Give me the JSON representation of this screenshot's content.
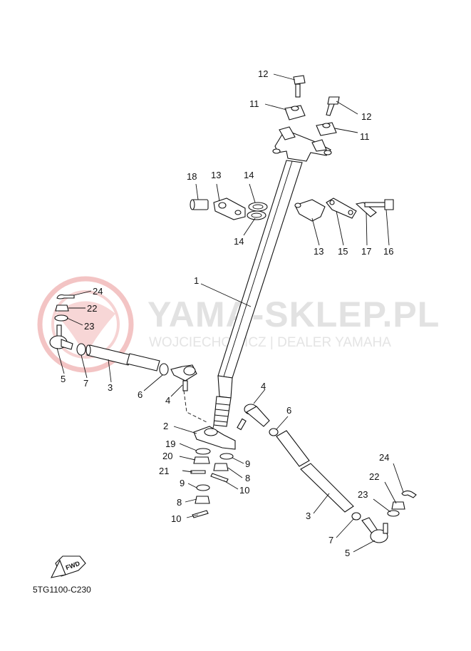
{
  "diagram_code": "5TG1100-C230",
  "fwd_label": "FWD",
  "watermark": {
    "title": "YAMA-SKLEP.PL",
    "subtitle": "WOJCIECHOWICZ | DEALER YAMAHA",
    "color": "#f3b7b7"
  },
  "callouts": [
    {
      "id": "c12a",
      "text": "12"
    },
    {
      "id": "c11a",
      "text": "11"
    },
    {
      "id": "c12b",
      "text": "12"
    },
    {
      "id": "c11b",
      "text": "11"
    },
    {
      "id": "c18",
      "text": "18"
    },
    {
      "id": "c13a",
      "text": "13"
    },
    {
      "id": "c14a",
      "text": "14"
    },
    {
      "id": "c14b",
      "text": "14"
    },
    {
      "id": "c13b",
      "text": "13"
    },
    {
      "id": "c15",
      "text": "15"
    },
    {
      "id": "c17",
      "text": "17"
    },
    {
      "id": "c16",
      "text": "16"
    },
    {
      "id": "c1",
      "text": "1"
    },
    {
      "id": "c24a",
      "text": "24"
    },
    {
      "id": "c22a",
      "text": "22"
    },
    {
      "id": "c23a",
      "text": "23"
    },
    {
      "id": "c5a",
      "text": "5"
    },
    {
      "id": "c7a",
      "text": "7"
    },
    {
      "id": "c3a",
      "text": "3"
    },
    {
      "id": "c6a",
      "text": "6"
    },
    {
      "id": "c4a",
      "text": "4"
    },
    {
      "id": "c4b",
      "text": "4"
    },
    {
      "id": "c6b",
      "text": "6"
    },
    {
      "id": "c2",
      "text": "2"
    },
    {
      "id": "c19",
      "text": "19"
    },
    {
      "id": "c20",
      "text": "20"
    },
    {
      "id": "c21",
      "text": "21"
    },
    {
      "id": "c9a",
      "text": "9"
    },
    {
      "id": "c8a",
      "text": "8"
    },
    {
      "id": "c10a",
      "text": "10"
    },
    {
      "id": "c9b",
      "text": "9"
    },
    {
      "id": "c8b",
      "text": "8"
    },
    {
      "id": "c10b",
      "text": "10"
    },
    {
      "id": "c24b",
      "text": "24"
    },
    {
      "id": "c22b",
      "text": "22"
    },
    {
      "id": "c23b",
      "text": "23"
    },
    {
      "id": "c3b",
      "text": "3"
    },
    {
      "id": "c7b",
      "text": "7"
    },
    {
      "id": "c5b",
      "text": "5"
    }
  ]
}
